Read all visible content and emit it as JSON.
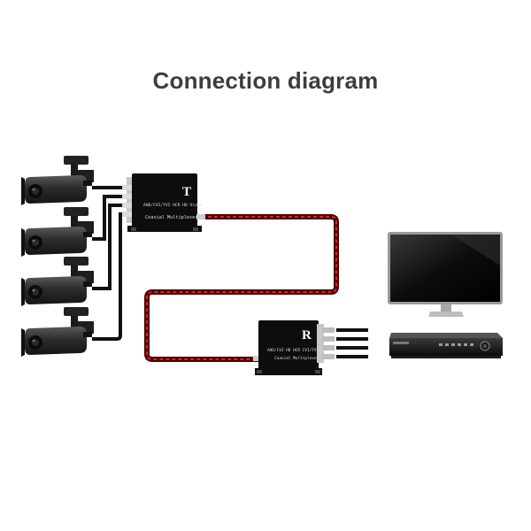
{
  "title": "Connection diagram",
  "transmitter": {
    "letter": "T",
    "top_label": "AHD/CVI/TVI HCR HD Video",
    "bottom_label": "Coaxial Multiplexer"
  },
  "receiver": {
    "letter": "R",
    "top_label": "AHD/CVI HD HCR CVI/TVI/AHD",
    "bottom_label": "Coaxial Multiplexer"
  },
  "cameras": [
    {
      "name": "camera-1"
    },
    {
      "name": "camera-2"
    },
    {
      "name": "camera-3"
    },
    {
      "name": "camera-4"
    }
  ],
  "colors": {
    "cable": "#111111",
    "coax_sheath": "#4a0000",
    "coax_dash": "#e02020",
    "device": "#0d0d0d",
    "connector": "#c8c8c8"
  },
  "icons": [
    "camera-icon",
    "monitor-icon",
    "dvr-icon"
  ]
}
